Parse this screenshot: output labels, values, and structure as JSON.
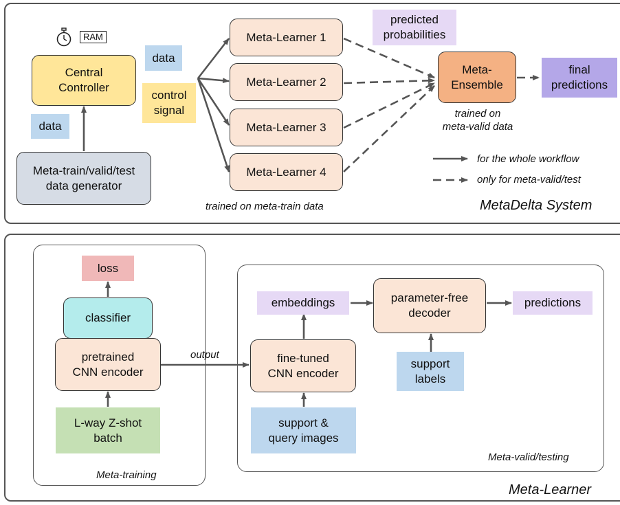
{
  "top": {
    "system_caption": "MetaDelta System",
    "ram_label": "RAM",
    "icon": "stopwatch-icon",
    "central_controller": "Central\nController",
    "data_generator": "Meta-train/valid/test\ndata generator",
    "data_tag_left": "data",
    "data_tag_right": "data",
    "control_signal": "control\nsignal",
    "meta_learners": [
      "Meta-Learner 1",
      "Meta-Learner 2",
      "Meta-Learner 3",
      "Meta-Learner 4"
    ],
    "trained_on_train": "trained on meta-train data",
    "predicted_probabilities": "predicted\nprobabilities",
    "meta_ensemble": "Meta-\nEnsemble",
    "trained_on_valid": "trained on\nmeta-valid data",
    "final_predictions": "final\npredictions",
    "legend": {
      "solid": "for the whole workflow",
      "dashed": "only for meta-valid/test"
    }
  },
  "bottom": {
    "learner_caption": "Meta-Learner",
    "meta_training_caption": "Meta-training",
    "meta_valid_caption": "Meta-valid/testing",
    "loss": "loss",
    "classifier": "classifier",
    "pretrained": "pretrained\nCNN encoder",
    "batch": "L-way Z-shot\nbatch",
    "output": "output",
    "fine_tuned": "fine-tuned\nCNN encoder",
    "support_query": "support &\nquery images",
    "embeddings": "embeddings",
    "decoder": "parameter-free\ndecoder",
    "support_labels": "support\nlabels",
    "predictions": "predictions"
  },
  "colors": {
    "peach": "#fbe5d6",
    "yellow": "#ffe699",
    "grey": "#d6dce5",
    "orange": "#f4b183",
    "teal": "#b4ecec",
    "green": "#c5e0b4",
    "blue": "#bdd7ee",
    "lavender": "#e6d9f5",
    "purple": "#b4a7e8",
    "red": "#f0b8b8",
    "arrow": "#555555"
  }
}
